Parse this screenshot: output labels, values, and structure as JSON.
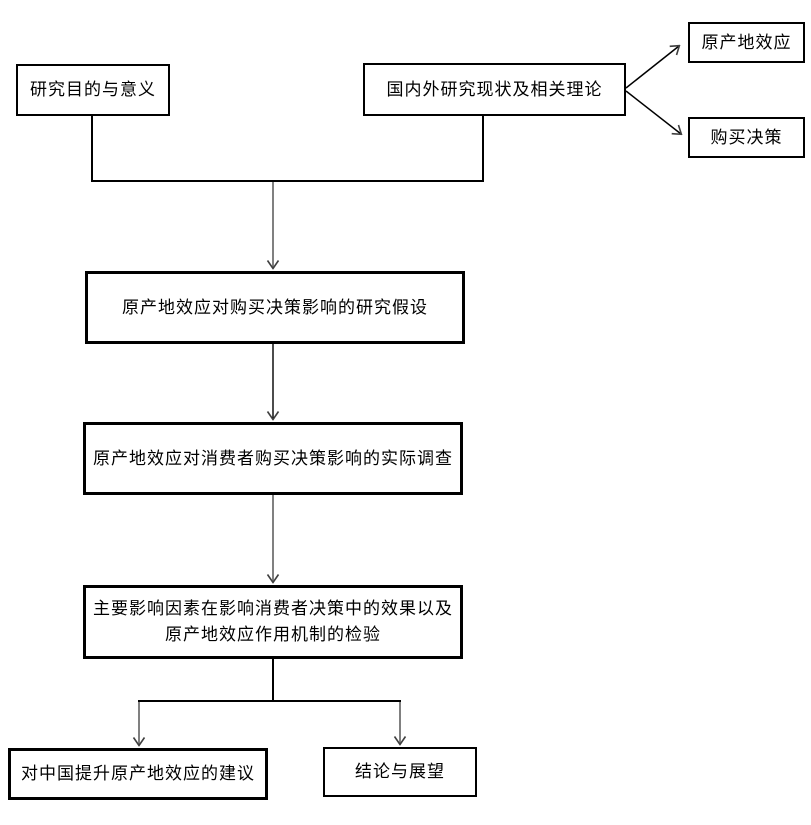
{
  "diagram": {
    "background_color": "#ffffff",
    "box_border_color": "#000000",
    "black_line_color": "#000000",
    "gray_line_color": "#808080",
    "arrowhead_color": "#3f3f3f",
    "nodes": {
      "purpose": {
        "label": "研究目的与意义"
      },
      "status": {
        "label": "国内外研究现状及相关理论"
      },
      "coo_effect": {
        "label": "原产地效应"
      },
      "purchase_decision": {
        "label": "购买决策"
      },
      "hypothesis": {
        "label": "原产地效应对购买决策影响的研究假设"
      },
      "survey": {
        "label": "原产地效应对消费者购买决策影响的实际调查"
      },
      "test": {
        "line1": "主要影响因素在影响消费者决策中的效果以及",
        "line2": "原产地效应作用机制的检验"
      },
      "suggestion": {
        "label": "对中国提升原产地效应的建议"
      },
      "conclusion": {
        "label": "结论与展望"
      }
    },
    "edges": [
      {
        "from": "status",
        "to": "coo_effect",
        "style": "arrow"
      },
      {
        "from": "status",
        "to": "purchase_decision",
        "style": "arrow"
      },
      {
        "from": "purpose",
        "to": "hypothesis",
        "style": "merge-arrow"
      },
      {
        "from": "status",
        "to": "hypothesis",
        "style": "merge-arrow"
      },
      {
        "from": "hypothesis",
        "to": "survey",
        "style": "arrow"
      },
      {
        "from": "survey",
        "to": "test",
        "style": "arrow"
      },
      {
        "from": "test",
        "to": "suggestion",
        "style": "branch-arrow"
      },
      {
        "from": "test",
        "to": "conclusion",
        "style": "branch-arrow"
      }
    ]
  }
}
